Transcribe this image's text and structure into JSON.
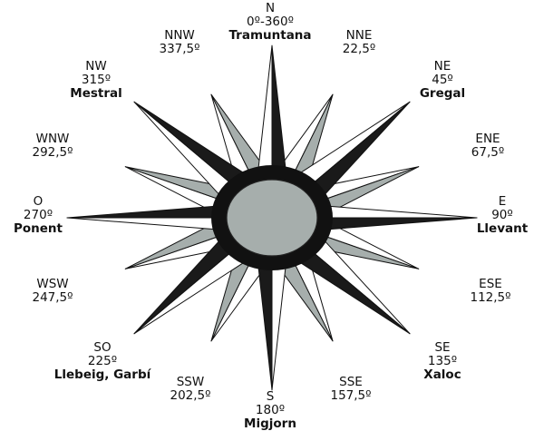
{
  "colors": {
    "dark": "#1a1a1a",
    "grey": "#a6aeac",
    "light": "#ffffff",
    "ring": "#111111"
  },
  "directions": {
    "n": {
      "code": "N",
      "deg": "0º-360º",
      "wind": "Tramuntana"
    },
    "nne": {
      "code": "NNE",
      "deg": "22,5º"
    },
    "ne": {
      "code": "NE",
      "deg": "45º",
      "wind": "Gregal"
    },
    "ene": {
      "code": "ENE",
      "deg": "67,5º"
    },
    "e": {
      "code": "E",
      "deg": "90º",
      "wind": "Llevant"
    },
    "ese": {
      "code": "ESE",
      "deg": "112,5º"
    },
    "se": {
      "code": "SE",
      "deg": "135º",
      "wind": "Xaloc"
    },
    "sse": {
      "code": "SSE",
      "deg": "157,5º"
    },
    "s": {
      "code": "S",
      "deg": "180º",
      "wind": "Migjorn"
    },
    "ssw": {
      "code": "SSW",
      "deg": "202,5º"
    },
    "so": {
      "code": "SO",
      "deg": "225º",
      "wind": "Llebeig, Garbí"
    },
    "wsw": {
      "code": "WSW",
      "deg": "247,5º"
    },
    "o": {
      "code": "O",
      "deg": "270º",
      "wind": "Ponent"
    },
    "wnw": {
      "code": "WNW",
      "deg": "292,5º"
    },
    "nw": {
      "code": "NW",
      "deg": "315º",
      "wind": "Mestral"
    },
    "nnw": {
      "code": "NNW",
      "deg": "337,5º"
    }
  }
}
